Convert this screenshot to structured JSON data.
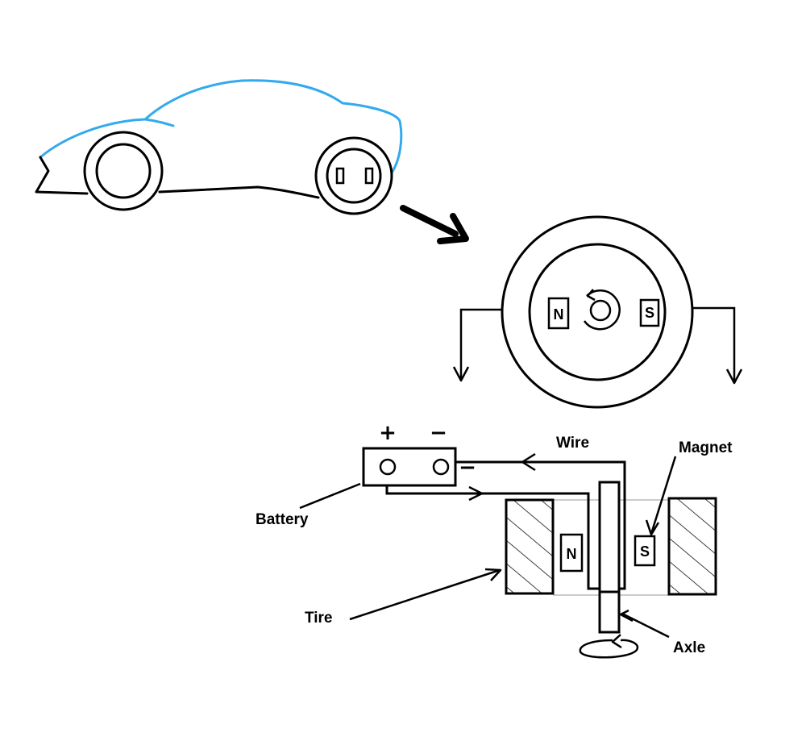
{
  "colors": {
    "car_body": "#33aaee",
    "ink": "#000000",
    "background": "#ffffff"
  },
  "wheel_view": {
    "north_pole": "N",
    "south_pole": "S"
  },
  "cross_section": {
    "battery_plus": "+",
    "battery_minus": "−",
    "terminal_minus": "−",
    "north_pole": "N",
    "south_pole": "S"
  },
  "labels": {
    "wire": "Wire",
    "magnet": "Magnet",
    "battery": "Battery",
    "tire": "Tire",
    "axle": "Axle"
  }
}
